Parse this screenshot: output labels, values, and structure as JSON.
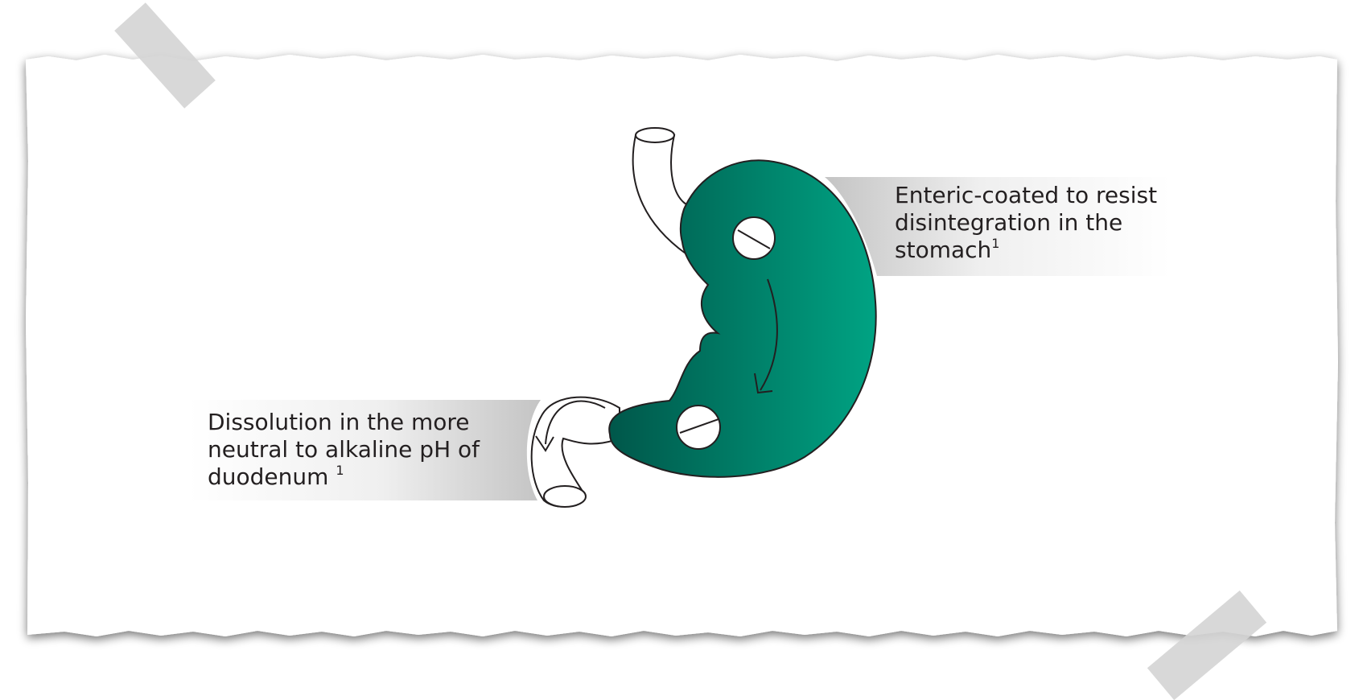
{
  "labels": {
    "enteric": {
      "line1": "Enteric-coated to resist",
      "line2": "disintegration in the",
      "line3": "stomach",
      "sup": "1"
    },
    "dissolution": {
      "line1": "Dissolution in the more",
      "line2": "neutral to alkaline pH of",
      "line3": "duodenum",
      "sup": "1"
    }
  },
  "colors": {
    "stomach_dark": "#00574a",
    "stomach_light": "#00a383",
    "tape": "#d6d6d6",
    "text": "#231f20"
  }
}
